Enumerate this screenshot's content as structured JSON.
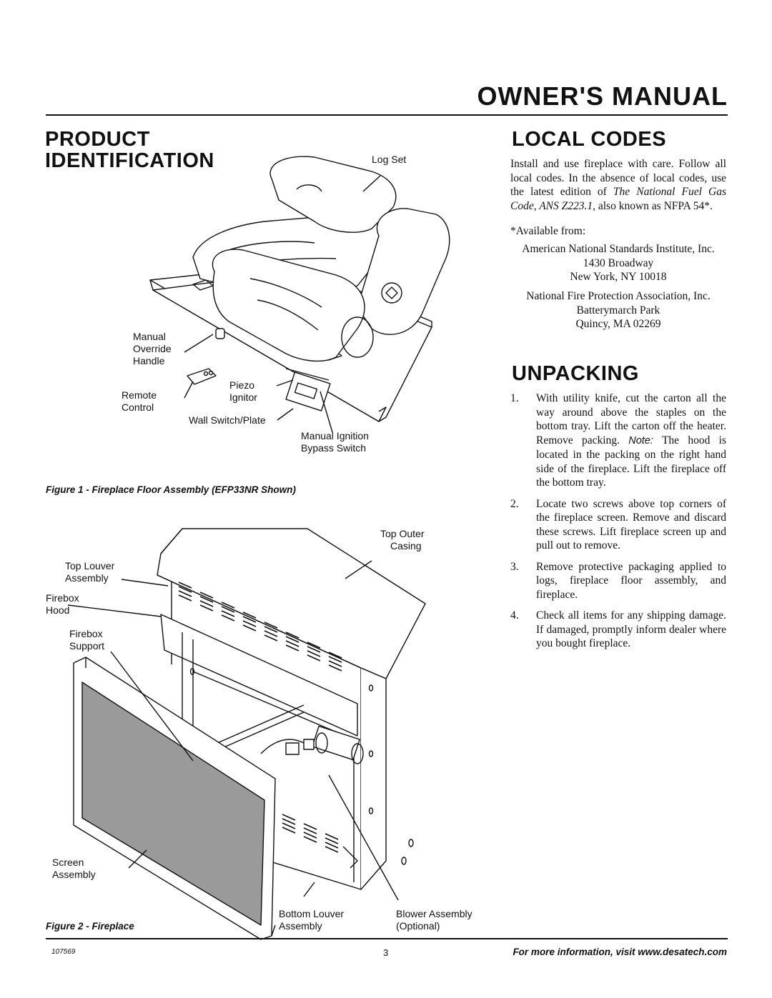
{
  "header": {
    "title": "OWNER'S MANUAL"
  },
  "product_identification": {
    "heading_line1": "PRODUCT",
    "heading_line2": "IDENTIFICATION",
    "figure1": {
      "labels": {
        "log_set": "Log Set",
        "manual_override_1": "Manual",
        "manual_override_2": "Override",
        "manual_override_3": "Handle",
        "remote_1": "Remote",
        "remote_2": "Control",
        "piezo_1": "Piezo",
        "piezo_2": "Ignitor",
        "wall_switch": "Wall Switch/Plate",
        "manual_ignition_1": "Manual Ignition",
        "manual_ignition_2": "Bypass Switch"
      },
      "caption": "Figure 1 - Fireplace Floor Assembly (EFP33NR Shown)"
    },
    "figure2": {
      "labels": {
        "top_outer_1": "Top Outer",
        "top_outer_2": "Casing",
        "top_louver_1": "Top Louver",
        "top_louver_2": "Assembly",
        "firebox_hood_1": "Firebox",
        "firebox_hood_2": "Hood",
        "firebox_support_1": "Firebox",
        "firebox_support_2": "Support",
        "screen_1": "Screen",
        "screen_2": "Assembly",
        "bottom_louver_1": "Bottom Louver",
        "bottom_louver_2": "Assembly",
        "blower_1": "Blower Assembly",
        "blower_2": "(Optional)"
      },
      "caption": "Figure 2 - Fireplace"
    }
  },
  "local_codes": {
    "heading": "LOCAL CODES",
    "para_1": "Install and use fireplace with care. Follow all local codes. In the absence of local codes, use the latest edition of ",
    "para_italic": "The National Fuel Gas Code, ANS Z223.1,",
    "para_2": " also known as NFPA 54*.",
    "available": "*Available from:",
    "ansi": [
      "American National Standards Institute, Inc.",
      "1430 Broadway",
      "New York, NY  10018"
    ],
    "nfpa": [
      "National Fire Protection Association, Inc.",
      "Batterymarch Park",
      "Quincy, MA  02269"
    ]
  },
  "unpacking": {
    "heading": "UNPACKING",
    "step1_a": "With utility knife, cut the carton all the way around above the staples on the bottom tray. Lift the carton off the heater. Remove packing. ",
    "step1_note": "Note:",
    "step1_b": " The hood is located in the packing on the right hand side of the fireplace. Lift the fireplace off the bottom tray.",
    "step2": "Locate two screws above top corners of the fireplace screen. Remove and discard these screws. Lift fireplace screen up and pull out to remove.",
    "step3": "Remove protective packaging applied to logs, fireplace floor assembly, and fireplace.",
    "step4": "Check all items for any shipping damage. If damaged, promptly inform dealer where you bought fireplace.",
    "numbers": [
      "1.",
      "2.",
      "3.",
      "4."
    ]
  },
  "footer": {
    "part_number": "107569",
    "page_number": "3",
    "more_info": "For more information, visit www.desatech.com"
  }
}
